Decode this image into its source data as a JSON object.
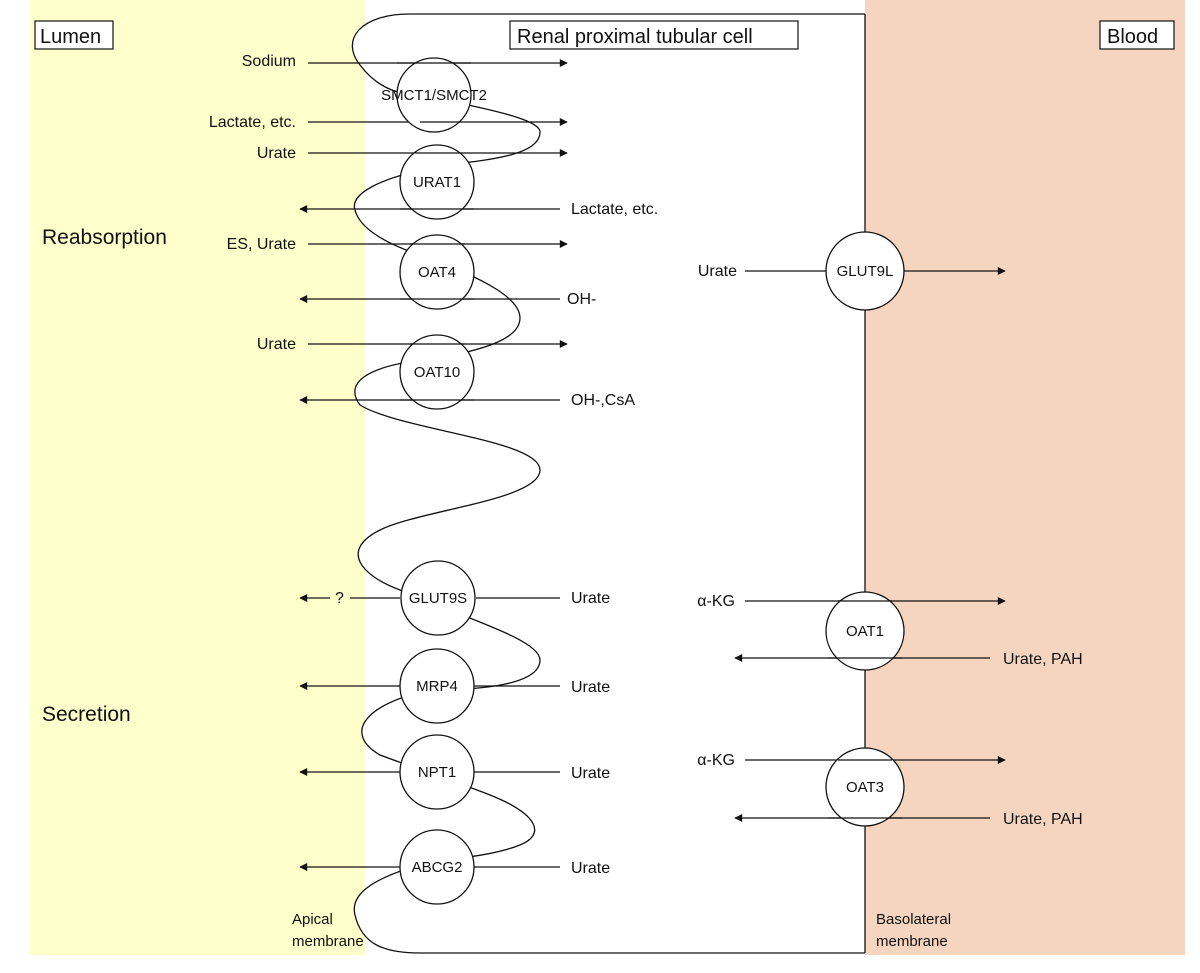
{
  "diagram": {
    "colors": {
      "lumen_fill": "#ffffcc",
      "blood_fill": "#f5d5c0",
      "cell_fill": "#ffffff",
      "line": "#111111"
    },
    "regions": {
      "lumen": "Lumen",
      "cell": "Renal proximal tubular cell",
      "blood": "Blood"
    },
    "sections": {
      "reabsorption": "Reabsorption",
      "secretion": "Secretion"
    },
    "membranes": {
      "apical_line1": "Apical",
      "apical_line2": "membrane",
      "basolateral_line1": "Basolateral",
      "basolateral_line2": "membrane"
    },
    "apical_transporters": {
      "smct": "SMCT1/SMCT2",
      "urat1": "URAT1",
      "oat4": "OAT4",
      "oat10": "OAT10",
      "glut9s": "GLUT9S",
      "mrp4": "MRP4",
      "npt1": "NPT1",
      "abcg2": "ABCG2"
    },
    "basolateral_transporters": {
      "glut9l": "GLUT9L",
      "oat1": "OAT1",
      "oat3": "OAT3"
    },
    "substrates": {
      "sodium": "Sodium",
      "lactate_in": "Lactate, etc.",
      "urate_in_urat1": "Urate",
      "lactate_out": "Lactate, etc.",
      "es_urate": "ES, Urate",
      "oh_oat4": "OH-",
      "urate_in_oat10": "Urate",
      "oh_csa": "OH-,CsA",
      "question": "?",
      "urate_glut9s": "Urate",
      "urate_mrp4": "Urate",
      "urate_npt1": "Urate",
      "urate_abcg2": "Urate",
      "urate_glut9l": "Urate",
      "akg_oat1": "α-KG",
      "urate_pah_oat1": "Urate, PAH",
      "akg_oat3": "α-KG",
      "urate_pah_oat3": "Urate, PAH"
    }
  }
}
